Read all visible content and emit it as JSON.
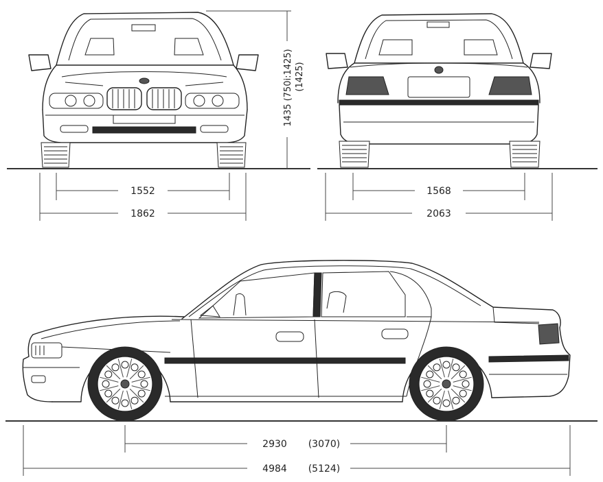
{
  "dimensions": {
    "front_track": "1552",
    "front_width": "1862",
    "rear_track": "1568",
    "rear_width": "2063",
    "height": "1435 (750i:1425)",
    "height_alt": "(1425)",
    "wheelbase": "2930",
    "wheelbase_alt": "(3070)",
    "length": "4984",
    "length_alt": "(5124)"
  }
}
